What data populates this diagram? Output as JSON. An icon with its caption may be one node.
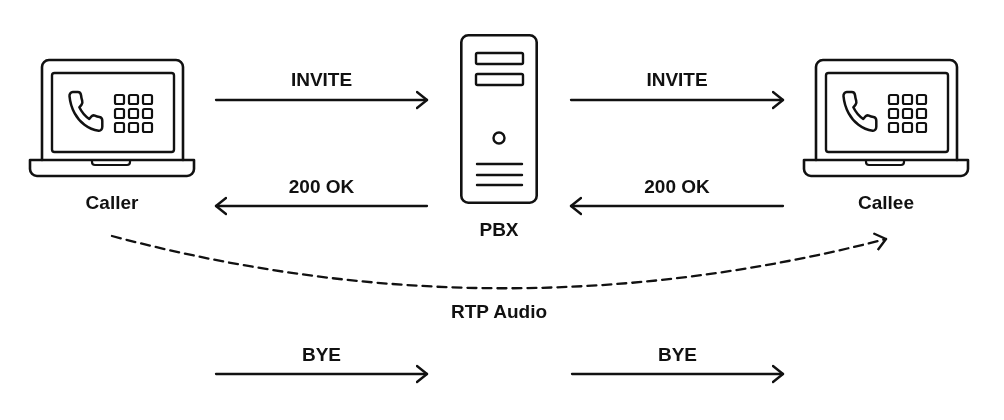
{
  "diagram": {
    "nodes": [
      {
        "text": [
          "Caller"
        ]
      },
      {
        "text": [
          "PBX"
        ]
      },
      {
        "text": [
          "Callee"
        ]
      }
    ],
    "edges": [
      {
        "from": 0,
        "to": 1,
        "arrow": "to",
        "label": "INVITE"
      },
      {
        "from": 1,
        "to": 2,
        "arrow": "to",
        "label": "INVITE"
      },
      {
        "from": 1,
        "to": 0,
        "arrow": "to",
        "label": "200 OK"
      },
      {
        "from": 2,
        "to": 1,
        "arrow": "to",
        "label": "200 OK"
      },
      {
        "from": 0,
        "to": 2,
        "arrow": "to",
        "label": "RTP Audio",
        "style": "dashed"
      }
    ],
    "labels": [
      "BYE",
      "BYE"
    ]
  }
}
